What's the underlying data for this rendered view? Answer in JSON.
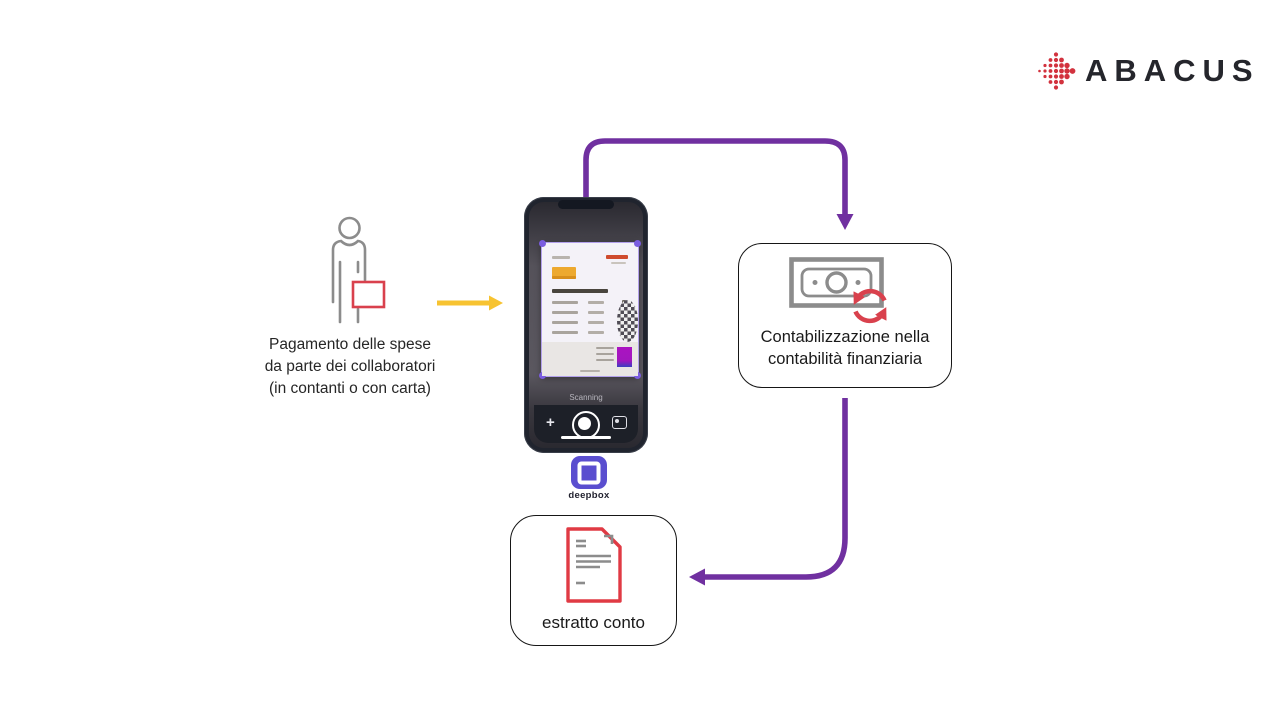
{
  "brand": {
    "name": "ABACUS",
    "mark_color": "#D2323E",
    "text_color": "#25262C"
  },
  "payment_step": {
    "caption_line1": "Pagamento delle spese",
    "caption_line2": "da parte dei collaboratori",
    "caption_line3": "(in contanti o con carta)"
  },
  "scan_step": {
    "scanning_label": "Scanning",
    "app_name": "deepbox"
  },
  "accounting_step": {
    "caption_line1": "Contabilizzazione nella",
    "caption_line2": "contabilità finanziaria"
  },
  "statement_step": {
    "caption": "estratto conto"
  },
  "colors": {
    "flow_arrow_purple": "#7030A0",
    "payment_arrow_yellow": "#F7C331",
    "accent_red": "#D9414D",
    "icon_gray": "#8C8C8C",
    "deepbox_purple": "#5A4ECF"
  }
}
